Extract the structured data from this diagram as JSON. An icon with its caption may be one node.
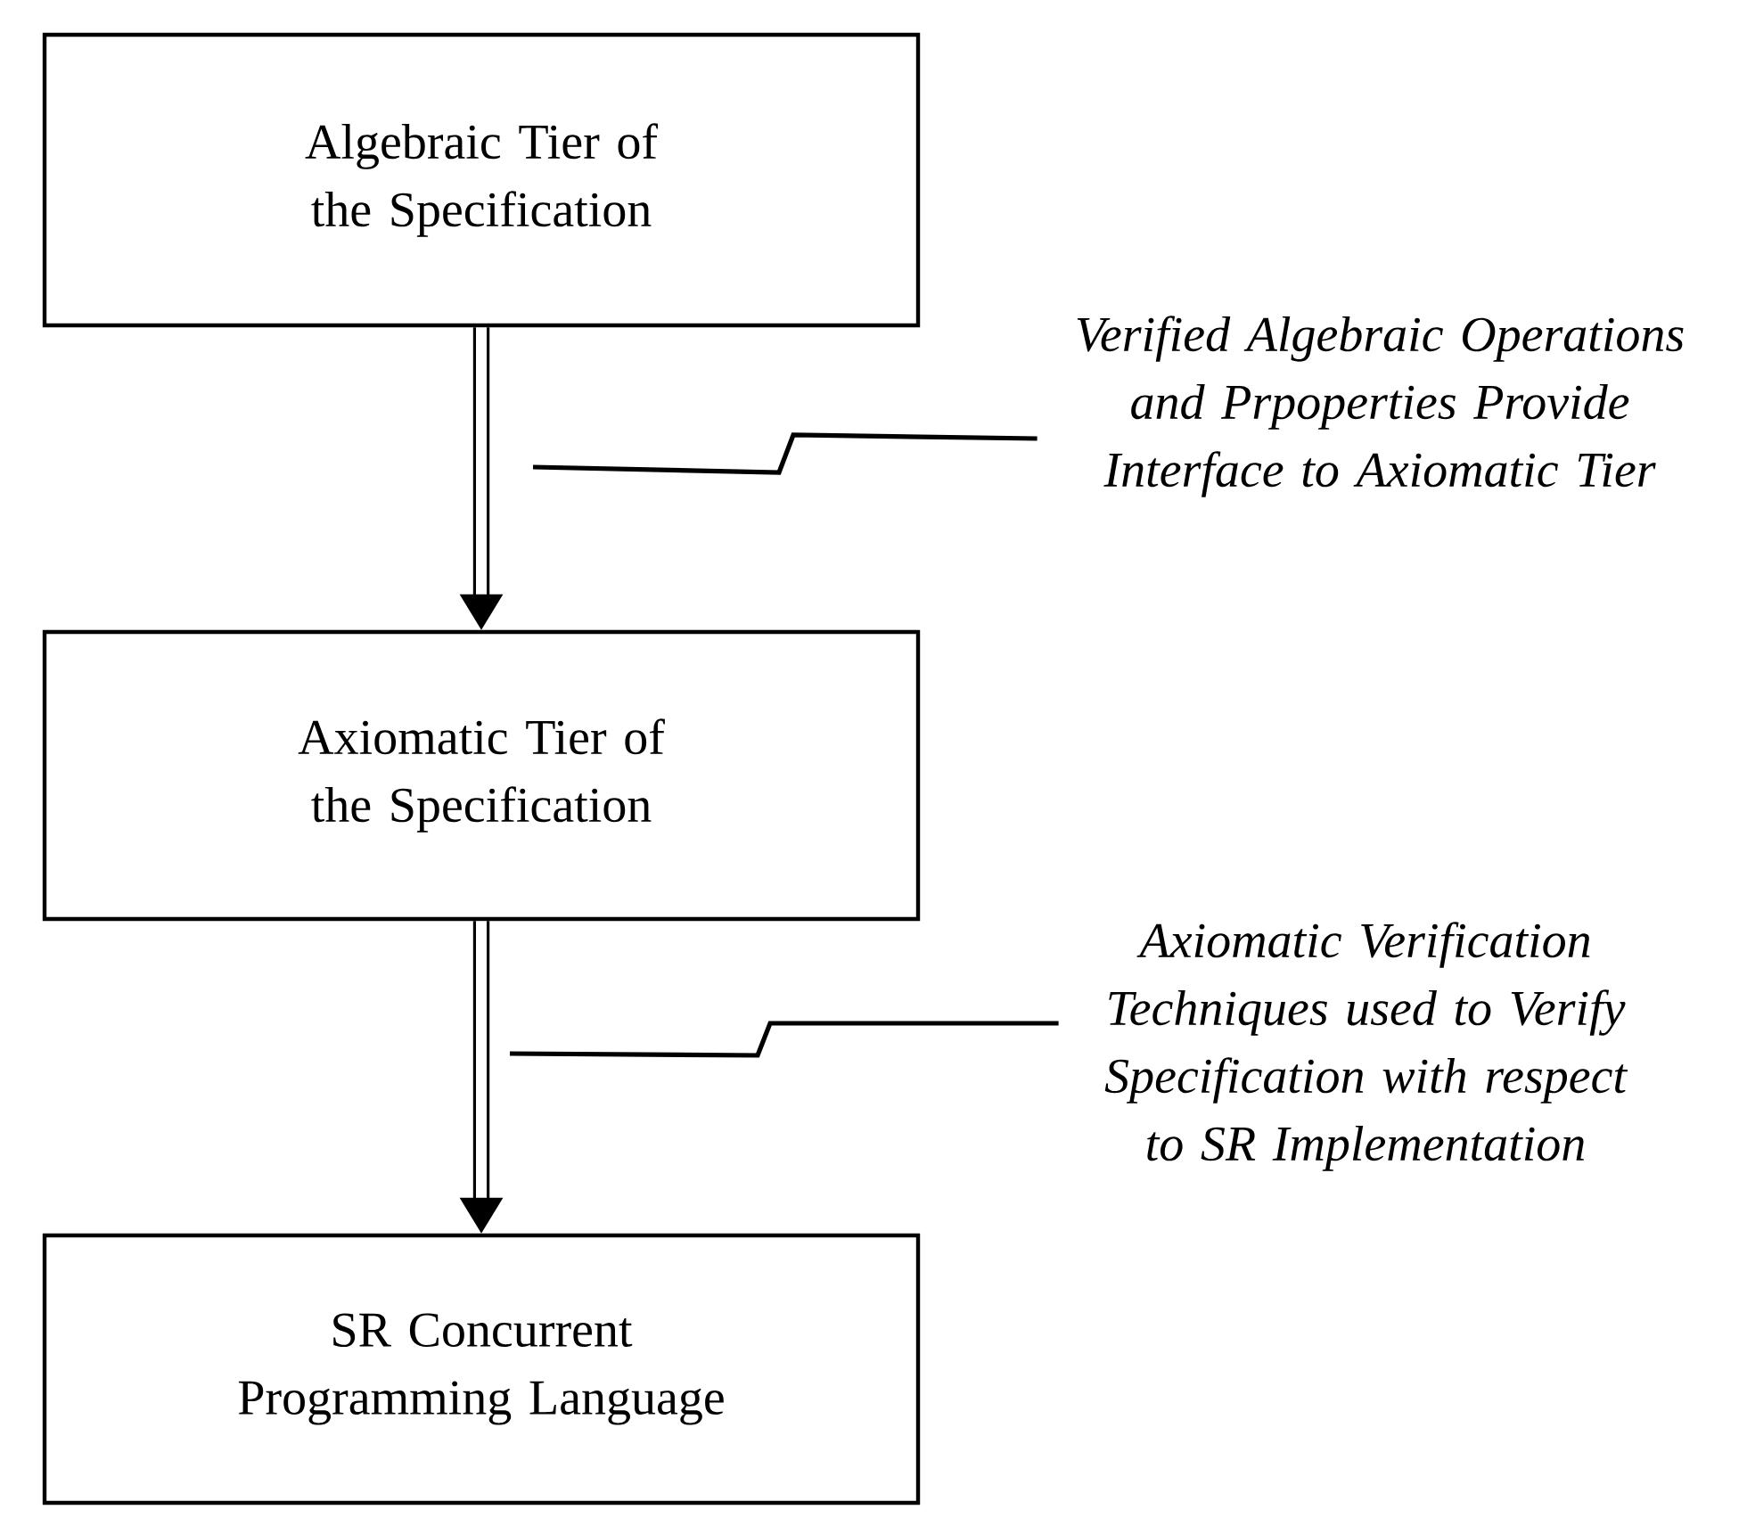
{
  "diagram": {
    "nodes": [
      {
        "text": [
          "Algebraic Tier of the Specification"
        ]
      },
      {
        "text": [
          "Axiomatic Tier of the Specification"
        ]
      },
      {
        "text": [
          "SR Concurrent Programming Language"
        ]
      },
      {
        "text": [
          "Verified Algebraic Operations and Prpoperties Provide Interface to Axiomatic Tier"
        ]
      },
      {
        "text": [
          "Axiomatic Verification Techniques used to Verify Specification with respect to SR Implementation"
        ]
      }
    ],
    "edges": [
      {
        "from": 0,
        "to": 1,
        "arrow": "to",
        "style": "thick"
      },
      {
        "from": 1,
        "to": 2,
        "arrow": "to",
        "style": "thick"
      },
      {
        "from": 3,
        "to": null,
        "arrow": "none"
      },
      {
        "from": 4,
        "to": null,
        "arrow": "none"
      }
    ]
  }
}
